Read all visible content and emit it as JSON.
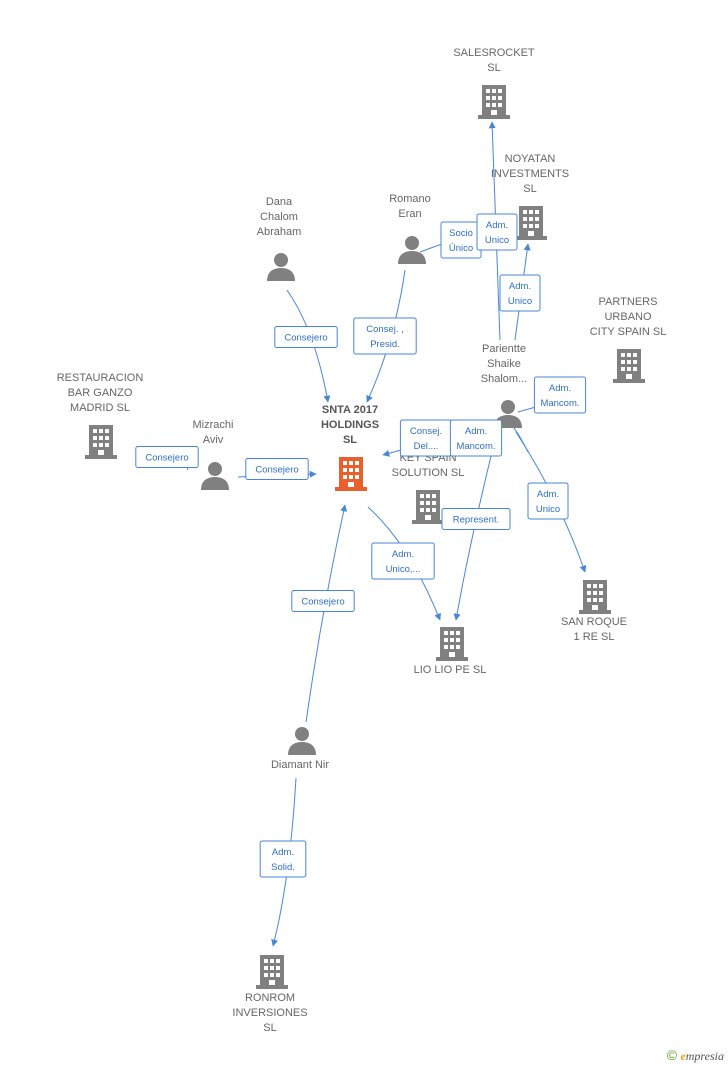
{
  "colors": {
    "company": "#808080",
    "main_company": "#e8602c",
    "person": "#808080",
    "edge": "#4a86d8"
  },
  "nodes": [
    {
      "id": "salesrocket",
      "type": "company",
      "lines": [
        "SALESROCKET",
        "SL"
      ]
    },
    {
      "id": "noyatan",
      "type": "company",
      "lines": [
        "NOYATAN",
        "INVESTMENTS",
        "SL"
      ]
    },
    {
      "id": "partners",
      "type": "company",
      "lines": [
        "PARTNERS",
        "URBANO",
        "CITY SPAIN  SL"
      ]
    },
    {
      "id": "restauracion",
      "type": "company",
      "lines": [
        "RESTAURACION",
        "BAR GANZO",
        "MADRID  SL"
      ]
    },
    {
      "id": "snta",
      "type": "main",
      "lines": [
        "SNTA 2017",
        "HOLDINGS",
        "SL"
      ]
    },
    {
      "id": "keyspain",
      "type": "company",
      "lines": [
        "KEY SPAIN",
        "SOLUTION  SL"
      ]
    },
    {
      "id": "sanroque",
      "type": "company",
      "lines": [
        "SAN ROQUE",
        "1 RE  SL"
      ]
    },
    {
      "id": "liolio",
      "type": "company",
      "lines": [
        "LIO LIO PE  SL"
      ]
    },
    {
      "id": "ronrom",
      "type": "company",
      "lines": [
        "RONROM",
        "INVERSIONES",
        "SL"
      ]
    },
    {
      "id": "dana",
      "type": "person",
      "lines": [
        "Dana",
        "Chalom",
        "Abraham"
      ]
    },
    {
      "id": "romano",
      "type": "person",
      "lines": [
        "Romano",
        "Eran"
      ]
    },
    {
      "id": "parientte",
      "type": "person",
      "lines": [
        "Parientte",
        "Shaike",
        "Shalom..."
      ]
    },
    {
      "id": "mizrachi",
      "type": "person",
      "lines": [
        "Mizrachi",
        "Aviv"
      ]
    },
    {
      "id": "diamant",
      "type": "person",
      "lines": [
        "Diamant Nir"
      ]
    }
  ],
  "edges": [
    {
      "id": "e1",
      "from": "dana",
      "to": "snta",
      "lines": [
        "Consejero"
      ]
    },
    {
      "id": "e2",
      "from": "romano",
      "to": "snta",
      "lines": [
        "Consej. ,",
        "Presid."
      ]
    },
    {
      "id": "e3",
      "from": "romano",
      "to": "salesrocket",
      "lines": [
        "Socio",
        "Único"
      ]
    },
    {
      "id": "e4",
      "from": "parientte",
      "to": "salesrocket",
      "lines": [
        "Adm.",
        "Unico"
      ]
    },
    {
      "id": "e5",
      "from": "parientte",
      "to": "noyatan",
      "lines": [
        "Adm.",
        "Unico"
      ]
    },
    {
      "id": "e6",
      "from": "parientte",
      "to": "partners",
      "lines": [
        "Adm.",
        "Mancom."
      ]
    },
    {
      "id": "e7",
      "from": "mizrachi",
      "to": "restauracion",
      "lines": [
        "Consejero"
      ]
    },
    {
      "id": "e8",
      "from": "mizrachi",
      "to": "snta",
      "lines": [
        "Consejero"
      ]
    },
    {
      "id": "e9",
      "from": "parientte",
      "to": "snta",
      "lines": [
        "Consej.",
        "Del...."
      ]
    },
    {
      "id": "e10",
      "from": "parientte",
      "to": "keyspain",
      "lines": [
        "Adm.",
        "Mancom."
      ]
    },
    {
      "id": "e11",
      "from": "parientte",
      "to": "sanroque",
      "lines": [
        "Adm.",
        "Unico"
      ]
    },
    {
      "id": "e12",
      "from": "parientte",
      "to": "liolio",
      "lines": [
        "Represent."
      ]
    },
    {
      "id": "e13",
      "from": "snta",
      "to": "liolio",
      "lines": [
        "Adm.",
        "Unico,..."
      ]
    },
    {
      "id": "e14",
      "from": "diamant",
      "to": "snta",
      "lines": [
        "Consejero"
      ]
    },
    {
      "id": "e15",
      "from": "diamant",
      "to": "ronrom",
      "lines": [
        "Adm.",
        "Solid."
      ]
    }
  ],
  "footer": {
    "copyright": "©",
    "brand_initial": "e",
    "brand_rest": "mpresia"
  }
}
